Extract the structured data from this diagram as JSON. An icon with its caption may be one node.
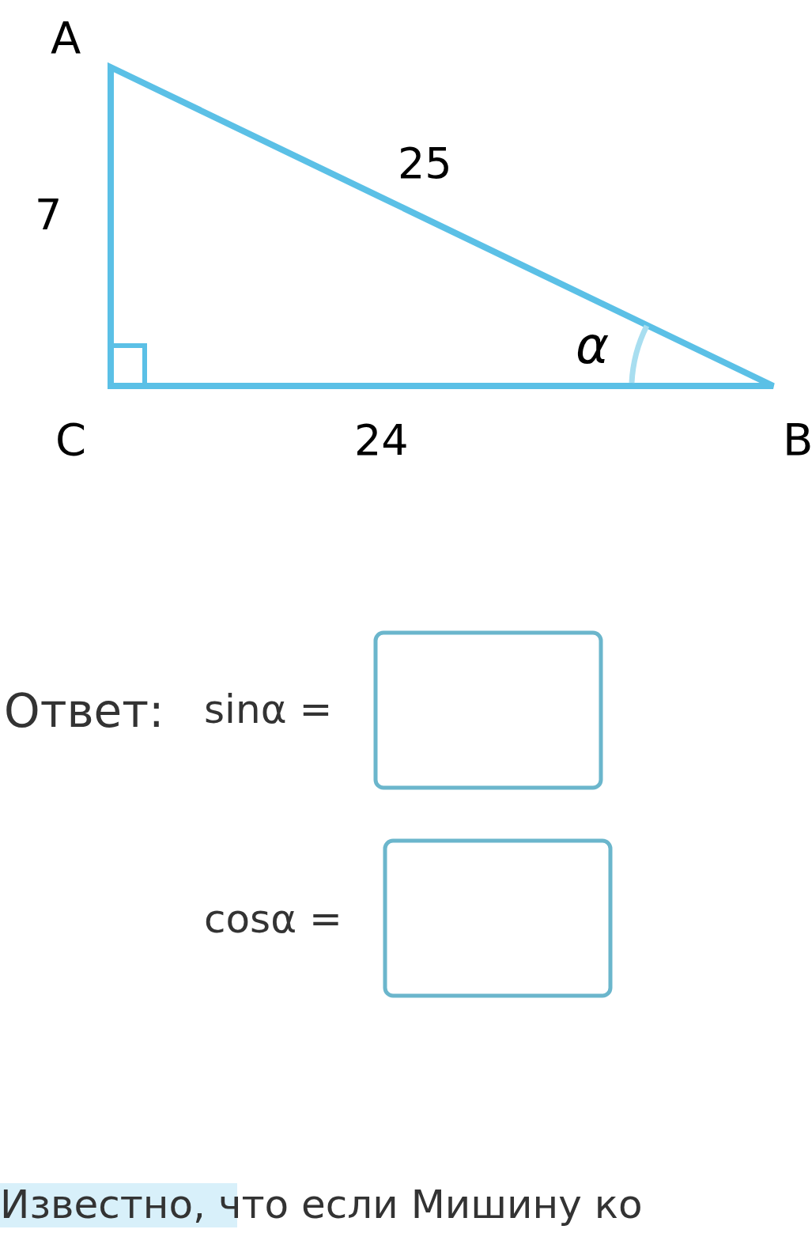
{
  "diagram": {
    "labels": [
      "A",
      "25",
      "7",
      "α",
      "C",
      "24",
      "B",
      "Ответ:",
      "sinα =",
      "cosα =",
      "Известно, что если Мишину ко"
    ]
  }
}
